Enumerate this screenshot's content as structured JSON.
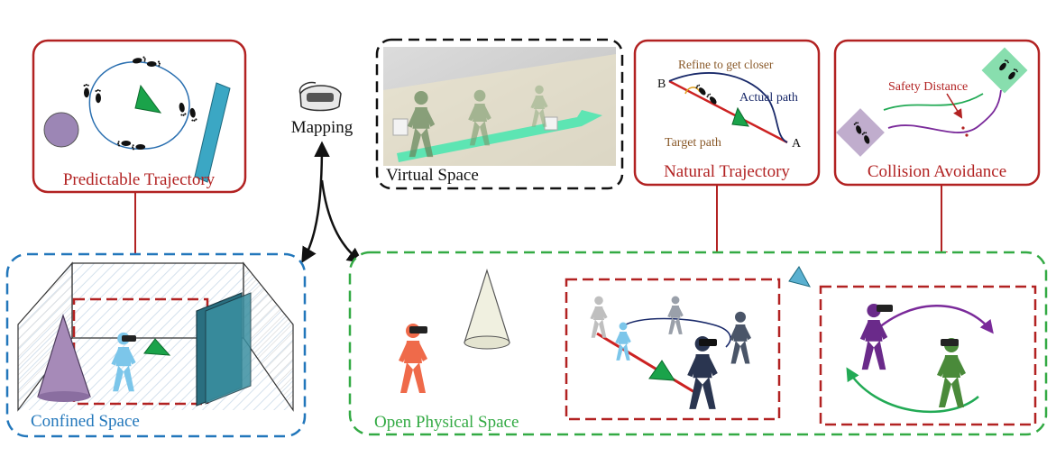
{
  "panels": {
    "predictable": {
      "title": "Predictable Trajectory"
    },
    "virtual": {
      "title": "Virtual Space"
    },
    "natural": {
      "title": "Natural Trajectory",
      "refine_label": "Refine to get closer",
      "actual_path_label": "Actual path",
      "target_path_label": "Target path",
      "point_a": "A",
      "point_b": "B"
    },
    "collision": {
      "title": "Collision Avoidance",
      "safety_label": "Safety Distance"
    },
    "confined": {
      "title": "Confined Space"
    },
    "open": {
      "title": "Open Physical Space"
    }
  },
  "mapping": {
    "label": "Mapping"
  },
  "colors": {
    "red": "#b22222",
    "blue_dash": "#2277bb",
    "green_dash": "#33aa44",
    "black_dash": "#111111",
    "target_red": "#cc2222",
    "actual_blue": "#1a2a6a",
    "purple": "#7a2a9a",
    "green": "#22aa55",
    "teal": "#2a8fa8",
    "orange_person": "#ef6a4a",
    "lightblue_person": "#7cc6ea",
    "navy_person": "#2a3550"
  }
}
